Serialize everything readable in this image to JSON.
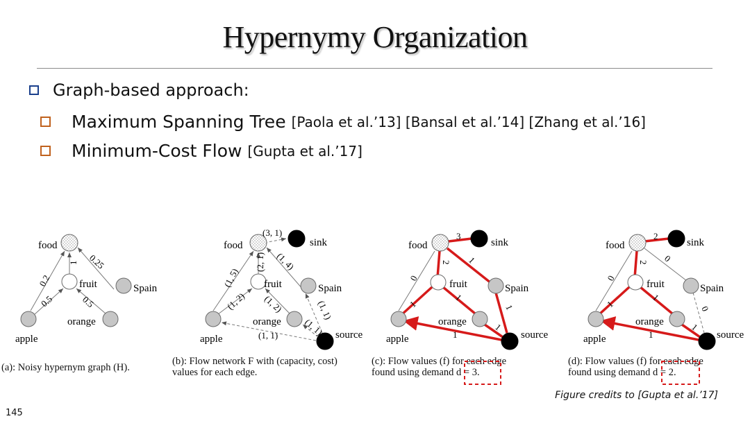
{
  "title": "Hypernymy Organization",
  "bullets": {
    "b1": "Graph-based approach:",
    "b2": "Maximum Spanning Tree",
    "b2_cite": "[Paola et al.’13] [Bansal et al.’14] [Zhang et al.’16]",
    "b3": "Minimum-Cost Flow",
    "b3_cite": "[Gupta et al.’17]"
  },
  "nodes": {
    "food": "food",
    "fruit": "fruit",
    "spain": "Spain",
    "orange": "orange",
    "apple": "apple",
    "sink": "sink",
    "source": "source"
  },
  "panel_a": {
    "edges": {
      "food_spain": "0.25",
      "food_fruit": "1",
      "food_apple": "0.2",
      "fruit_apple": "0.5",
      "fruit_orange": "0.5"
    },
    "caption": "(a): Noisy hypernym graph (H)."
  },
  "panel_b": {
    "edges": {
      "food_sink": "(3, 1)",
      "food_spain": "(1, 4)",
      "food_fruit": "(2, 1)",
      "food_apple": "(1, 5)",
      "fruit_apple": "(1, 2)",
      "fruit_orange": "(1, 2)",
      "spain_source": "(1, 1)",
      "orange_source": "(1, 1)",
      "apple_source": "(1, 1)"
    },
    "caption_line1": "(b): Flow network F with (capacity, cost)",
    "caption_line2": "values for each edge."
  },
  "panel_c": {
    "edges": {
      "food_sink": "3",
      "food_spain": "1",
      "food_fruit": "2",
      "food_apple": "0",
      "fruit_apple": "1",
      "fruit_orange": "1",
      "spain_source": "1",
      "orange_source": "1",
      "apple_source": "1"
    },
    "caption_line1": "(c): Flow values (f) for each edge",
    "caption_line2": "found using demand d = 3."
  },
  "panel_d": {
    "edges": {
      "food_sink": "2",
      "food_spain": "0",
      "food_fruit": "2",
      "food_apple": "0",
      "fruit_apple": "1",
      "fruit_orange": "1",
      "spain_source": "0",
      "orange_source": "1",
      "apple_source": "1"
    },
    "caption_line1": "(d): Flow values (f) for each edge",
    "caption_line2": "found using demand d = 2."
  },
  "credit": "Figure credits to [Gupta et al.’17]",
  "page_number": "145",
  "colors": {
    "flow_red": "#d61a1a",
    "bullet_blue": "#1a3f8c",
    "bullet_orange": "#c0611d"
  }
}
